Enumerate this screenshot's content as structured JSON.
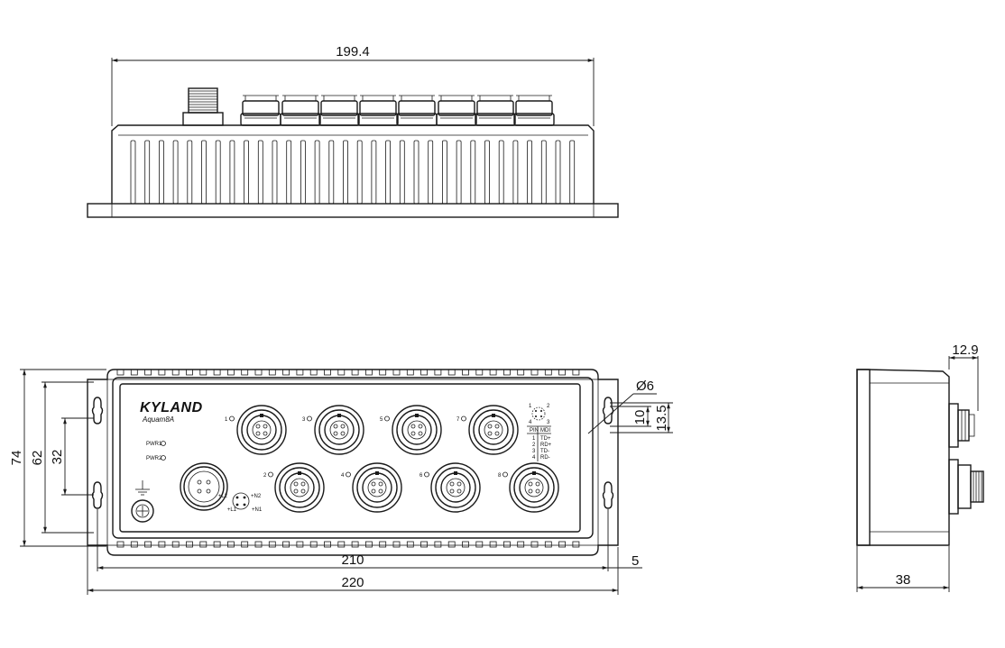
{
  "dimensions": {
    "top_width": "199.4",
    "front_height_total": "74",
    "front_height_62": "62",
    "front_height_32": "32",
    "front_width_210": "210",
    "front_width_220": "220",
    "edge_5": "5",
    "hole_diameter": "Ø6",
    "hole_10": "10",
    "hole_13_5": "13.5",
    "side_depth": "38",
    "side_connector": "12.9"
  },
  "device": {
    "brand": "KYLAND",
    "model": "Aquam8A",
    "led_pwr1": "PWR1",
    "led_pwr2": "PWR2",
    "ports_top": [
      "1",
      "3",
      "5",
      "7"
    ],
    "ports_bottom": [
      "2",
      "4",
      "6",
      "8"
    ],
    "power_pins": {
      "p1": "+L2",
      "p2": "+N2",
      "p3": "+L1",
      "p4": "+N1"
    },
    "pin_table": {
      "header_pin": "PIN",
      "header_mdi": "MDI",
      "rows": [
        {
          "pin": "1",
          "sig": "TD+"
        },
        {
          "pin": "2",
          "sig": "RD+"
        },
        {
          "pin": "3",
          "sig": "TD-"
        },
        {
          "pin": "4",
          "sig": "RD-"
        }
      ],
      "legend_nums": [
        "1",
        "2",
        "4",
        "3"
      ]
    }
  }
}
